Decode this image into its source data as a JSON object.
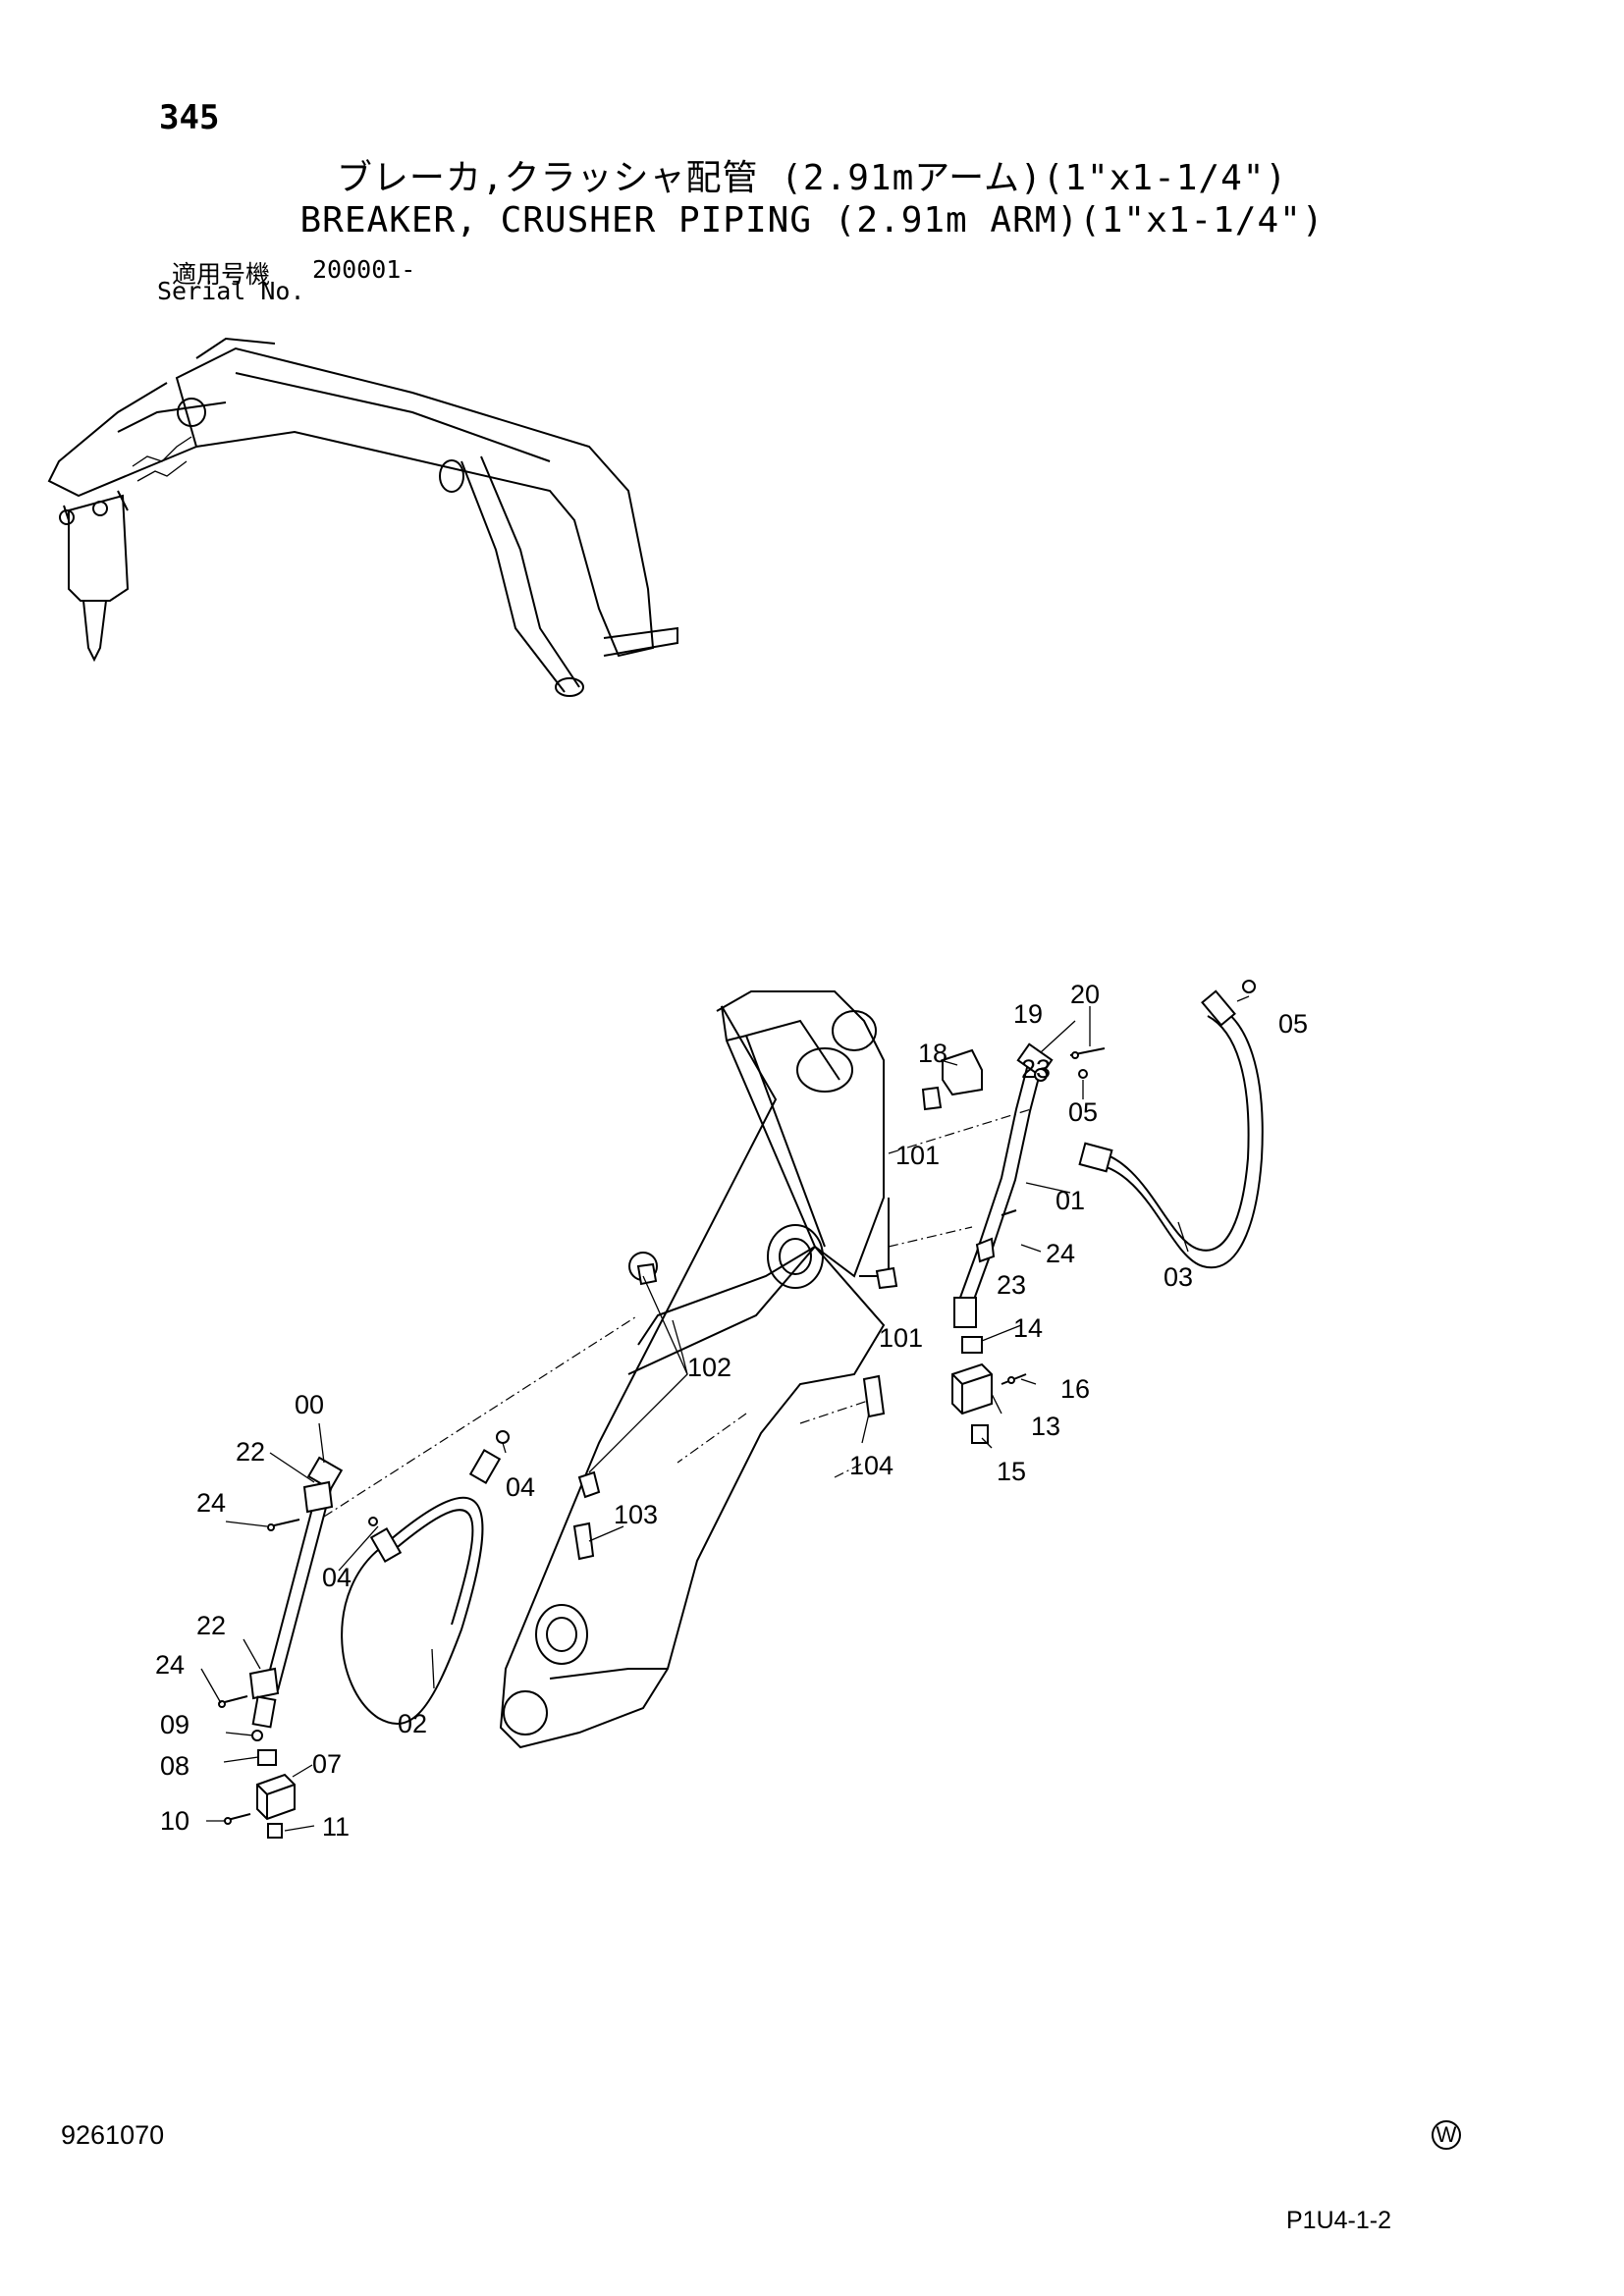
{
  "header": {
    "page_number": "345",
    "title_ja": "ブレーカ,クラッシャ配管 (2.91mアーム)(1\"x1-1/4\")",
    "title_en": "BREAKER, CRUSHER PIPING (2.91m ARM)(1\"x1-1/4\")",
    "serial_label_ja": "適用号機",
    "serial_label_en": "Serial No.",
    "serial_value": "200001-"
  },
  "callouts": [
    {
      "id": "c20",
      "label": "20"
    },
    {
      "id": "c19",
      "label": "19"
    },
    {
      "id": "c05a",
      "label": "05"
    },
    {
      "id": "c18",
      "label": "18"
    },
    {
      "id": "c23a",
      "label": "23"
    },
    {
      "id": "c05b",
      "label": "05"
    },
    {
      "id": "c101a",
      "label": "101"
    },
    {
      "id": "c01",
      "label": "01"
    },
    {
      "id": "c24a",
      "label": "24"
    },
    {
      "id": "c23b",
      "label": "23"
    },
    {
      "id": "c03",
      "label": "03"
    },
    {
      "id": "c101b",
      "label": "101"
    },
    {
      "id": "c14",
      "label": "14"
    },
    {
      "id": "c102",
      "label": "102"
    },
    {
      "id": "c16",
      "label": "16"
    },
    {
      "id": "c13",
      "label": "13"
    },
    {
      "id": "c00",
      "label": "00"
    },
    {
      "id": "c104",
      "label": "104"
    },
    {
      "id": "c15",
      "label": "15"
    },
    {
      "id": "c22a",
      "label": "22"
    },
    {
      "id": "c04a",
      "label": "04"
    },
    {
      "id": "c24b",
      "label": "24"
    },
    {
      "id": "c103",
      "label": "103"
    },
    {
      "id": "c04b",
      "label": "04"
    },
    {
      "id": "c22b",
      "label": "22"
    },
    {
      "id": "c24c",
      "label": "24"
    },
    {
      "id": "c09",
      "label": "09"
    },
    {
      "id": "c02",
      "label": "02"
    },
    {
      "id": "c08",
      "label": "08"
    },
    {
      "id": "c07",
      "label": "07"
    },
    {
      "id": "c10",
      "label": "10"
    },
    {
      "id": "c11",
      "label": "11"
    }
  ],
  "footer": {
    "doc_code": "9261070",
    "watermark": "W",
    "sheet_code": "P1U4-1-2"
  }
}
